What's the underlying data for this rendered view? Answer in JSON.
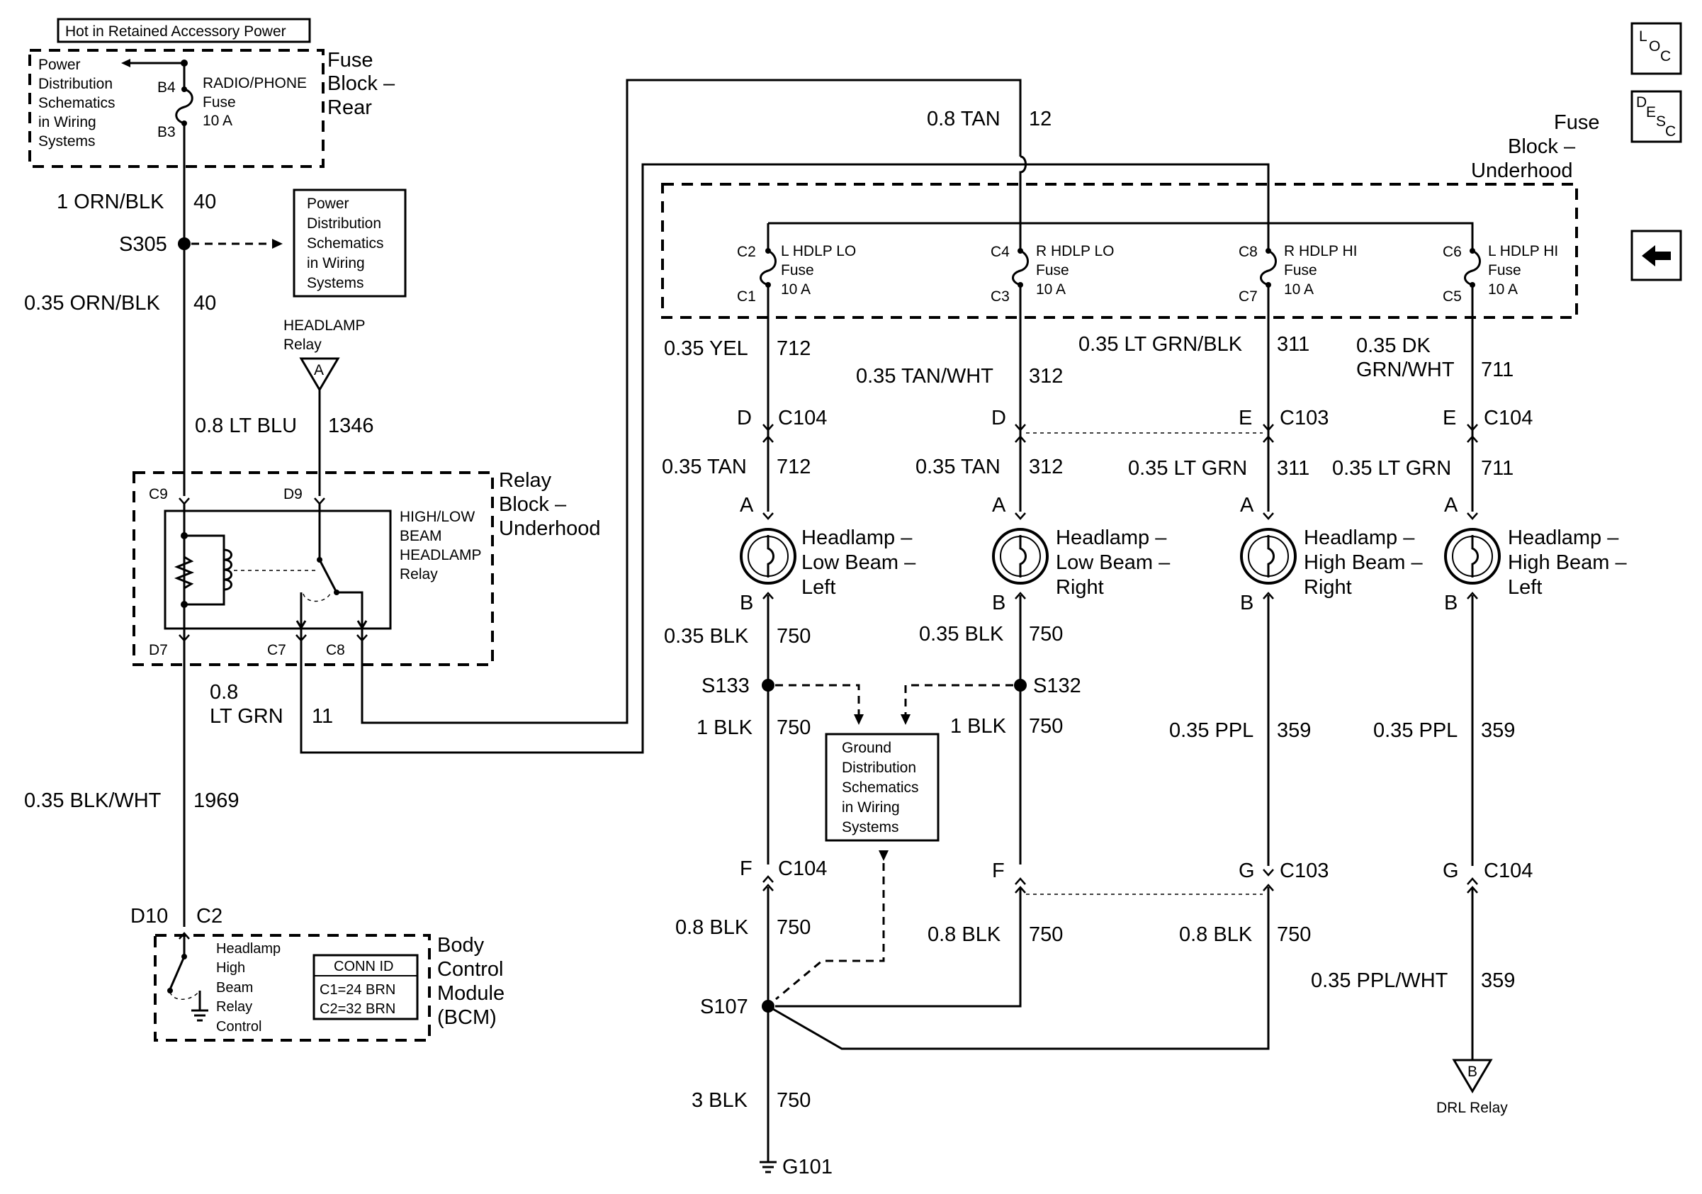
{
  "nav": {
    "loc": [
      "L",
      "O",
      "C"
    ],
    "desc": [
      "D",
      "E",
      "S",
      "C"
    ]
  },
  "hot_label": "Hot in Retained Accessory Power",
  "fuse_rear": {
    "title": [
      "Fuse",
      "Block –",
      "Rear"
    ],
    "power_ref": [
      "Power",
      "Distribution",
      "Schematics",
      "in Wiring",
      "Systems"
    ],
    "fuse": [
      "RADIO/PHONE",
      "Fuse",
      "10 A"
    ],
    "pins": [
      "B4",
      "B3"
    ]
  },
  "power_ref2": [
    "Power",
    "Distribution",
    "Schematics",
    "in Wiring",
    "Systems"
  ],
  "headlamp_relay_ref": {
    "name": [
      "HEADLAMP",
      "Relay"
    ],
    "pin": "A"
  },
  "relay_block": {
    "title": [
      "Relay",
      "Block –",
      "Underhood"
    ],
    "relay": [
      "HIGH/LOW",
      "BEAM",
      "HEADLAMP",
      "Relay"
    ],
    "pins": [
      "C9",
      "D9",
      "D7",
      "C7",
      "C8"
    ]
  },
  "bcm": {
    "title": [
      "Body",
      "Control",
      "Module",
      "(BCM)"
    ],
    "switch": [
      "Headlamp",
      "High",
      "Beam",
      "Relay",
      "Control"
    ],
    "conn_id": [
      "CONN ID",
      "C1=24 BRN",
      "C2=32 BRN"
    ],
    "pins": [
      "D10",
      "C2"
    ]
  },
  "fuse_underhood": {
    "title": [
      "Fuse",
      "Block –",
      "Underhood"
    ],
    "fuses": [
      {
        "name": [
          "L HDLP LO",
          "Fuse",
          "10 A"
        ],
        "pins": [
          "C2",
          "C1"
        ]
      },
      {
        "name": [
          "R HDLP LO",
          "Fuse",
          "10 A"
        ],
        "pins": [
          "C4",
          "C3"
        ]
      },
      {
        "name": [
          "R HDLP HI",
          "Fuse",
          "10 A"
        ],
        "pins": [
          "C8",
          "C7"
        ]
      },
      {
        "name": [
          "L HDLP HI",
          "Fuse",
          "10 A"
        ],
        "pins": [
          "C6",
          "C5"
        ]
      }
    ]
  },
  "splices": [
    "S305",
    "S133",
    "S132",
    "S107"
  ],
  "wires": {
    "w1": [
      "1 ORN/BLK",
      "40"
    ],
    "w2": [
      "0.35 ORN/BLK",
      "40"
    ],
    "w3": [
      "0.8 LT BLU",
      "1346"
    ],
    "w4": [
      "0.8",
      "LT GRN",
      "11"
    ],
    "w5": [
      "0.35 BLK/WHT",
      "1969"
    ],
    "w6": [
      "0.8 TAN",
      "12"
    ],
    "col1": {
      "top": [
        "0.35 YEL",
        "712"
      ],
      "mid": [
        "0.35 TAN",
        "712"
      ],
      "blk": [
        "0.35 BLK",
        "750"
      ],
      "blk1": [
        "1 BLK",
        "750"
      ],
      "blk8": [
        "0.8 BLK",
        "750"
      ]
    },
    "col2": {
      "top": [
        "0.35 TAN/WHT",
        "312"
      ],
      "mid": [
        "0.35 TAN",
        "312"
      ],
      "blk": [
        "0.35 BLK",
        "750"
      ],
      "blk1": [
        "1 BLK",
        "750"
      ],
      "blk8": [
        "0.8 BLK",
        "750"
      ]
    },
    "col3": {
      "top": [
        "0.35 LT GRN/BLK",
        "311"
      ],
      "mid": [
        "0.35 LT GRN",
        "311"
      ],
      "ppl": [
        "0.35 PPL",
        "359"
      ],
      "blk8": [
        "0.8 BLK",
        "750"
      ]
    },
    "col4": {
      "top": [
        "0.35 DK",
        "GRN/WHT",
        "711"
      ],
      "mid": [
        "0.35 LT GRN",
        "711"
      ],
      "ppl": [
        "0.35 PPL",
        "359"
      ],
      "pplwht": [
        "0.35 PPL/WHT",
        "359"
      ]
    },
    "ground": [
      "3 BLK",
      "750"
    ]
  },
  "connectors": {
    "c1_top": [
      "D",
      "C104"
    ],
    "c2_top": [
      "D"
    ],
    "c3_top": [
      "E",
      "C103"
    ],
    "c4_top": [
      "E",
      "C104"
    ],
    "c1_bot": [
      "F",
      "C104"
    ],
    "c2_bot": [
      "F"
    ],
    "c3_bot": [
      "G",
      "C103"
    ],
    "c4_bot": [
      "G",
      "C104"
    ]
  },
  "lamps": [
    {
      "name": [
        "Headlamp –",
        "Low Beam –",
        "Left"
      ],
      "pins": [
        "A",
        "B"
      ]
    },
    {
      "name": [
        "Headlamp –",
        "Low Beam –",
        "Right"
      ],
      "pins": [
        "A",
        "B"
      ]
    },
    {
      "name": [
        "Headlamp –",
        "High Beam –",
        "Right"
      ],
      "pins": [
        "A",
        "B"
      ]
    },
    {
      "name": [
        "Headlamp –",
        "High Beam –",
        "Left"
      ],
      "pins": [
        "A",
        "B"
      ]
    }
  ],
  "ground_ref": [
    "Ground",
    "Distribution",
    "Schematics",
    "in Wiring",
    "Systems"
  ],
  "ground": "G101",
  "drl": {
    "pin": "B",
    "name": "DRL Relay"
  }
}
